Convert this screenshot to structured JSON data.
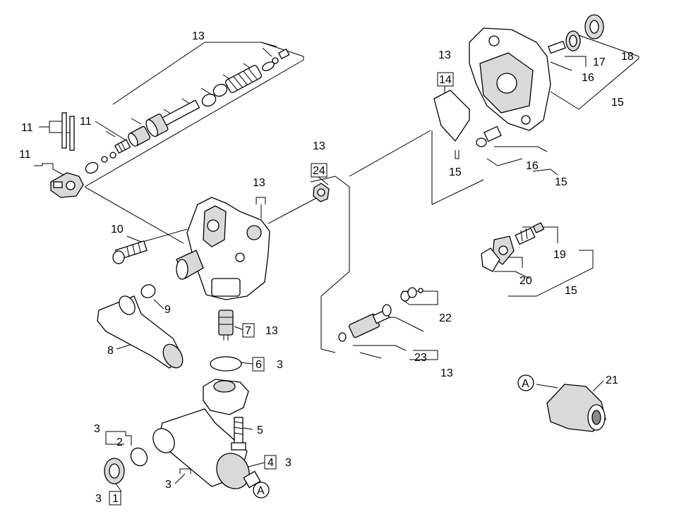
{
  "labels": {
    "l13_top": "13",
    "l11_a": "11",
    "l11_b": "11",
    "l11_c": "11",
    "l10": "10",
    "l13_body": "13",
    "l9": "9",
    "l8": "8",
    "l7_box": "7",
    "l7_13": "13",
    "l6_box": "6",
    "l6_3": "3",
    "l5": "5",
    "l4_box": "4",
    "l4_3": "3",
    "l3_a": "3",
    "l2": "2",
    "l3_b": "3",
    "l3_c": "3",
    "l1_box": "1",
    "lA_bottom": "A",
    "l13_mid": "13",
    "l24_box": "24",
    "l13_right_top": "13",
    "l14_box": "14",
    "l15_a": "15",
    "l16_a": "16",
    "l17": "17",
    "l18": "18",
    "l15_b": "15",
    "l16_b": "16",
    "l15_c": "15",
    "l19": "19",
    "l20": "20",
    "l15_d": "15",
    "l22": "22",
    "l23": "23",
    "l13_23": "13",
    "lA_right": "A",
    "l21": "21"
  }
}
